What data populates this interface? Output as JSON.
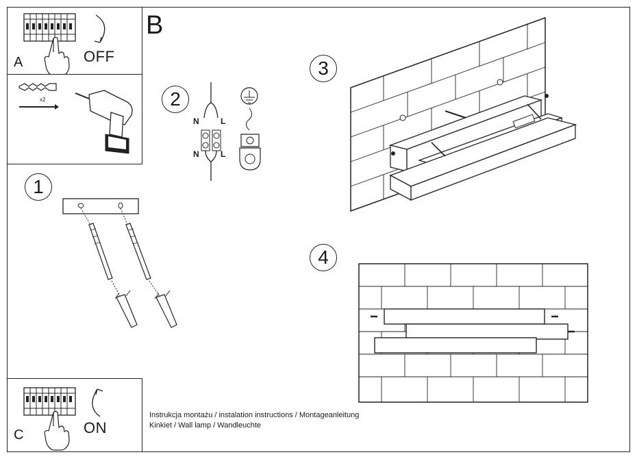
{
  "panels": {
    "a": {
      "letter": "A",
      "state": "OFF"
    },
    "b": {
      "letter": "B",
      "tool_count": "x2"
    },
    "c": {
      "letter": "C",
      "state": "ON"
    }
  },
  "steps": [
    "1",
    "2",
    "3",
    "4"
  ],
  "wiring": {
    "n_label_top": "N",
    "l_label_top": "L",
    "n_label_bottom": "N",
    "l_label_bottom": "L"
  },
  "footer": {
    "line1": "Instrukcja montażu / instalation instructions / Montageanleitung",
    "line2": "Kinkiet / Wall lamp / Wandleuchte"
  },
  "colors": {
    "line": "#222222",
    "fill": "#ffffff",
    "shade": "#d9d9d9"
  }
}
